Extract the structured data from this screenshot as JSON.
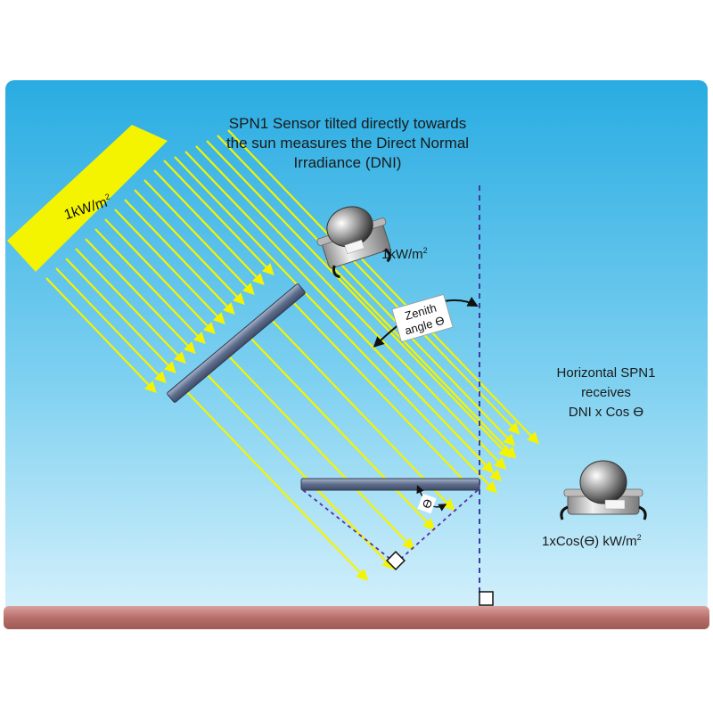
{
  "title_lines": [
    "SPN1 Sensor tilted directly towards",
    "the sun measures the Direct Normal",
    "Irradiance (DNI)"
  ],
  "sun_label": {
    "text": "1kW/m",
    "sup": "2"
  },
  "tilted_label": {
    "text": "1kW/m",
    "sup": "2"
  },
  "zenith_label": [
    "Zenith",
    "angle ϴ"
  ],
  "theta_symbol": "ϴ",
  "horizontal_lines": [
    "Horizontal SPN1",
    "receives",
    "DNI x Cos ϴ"
  ],
  "horizontal_value": {
    "text": "1xCos(ϴ) kW/m",
    "sup": "2"
  },
  "colors": {
    "sky_top": "#2aaee3",
    "sky_bottom": "#cdeefb",
    "ground": "#b8706c",
    "ray": "#f4f400",
    "sun_band": "#f4f400",
    "panel": "#5f6f8d",
    "dashed": "#3b3fa0",
    "triangle": "#5a2fa0"
  },
  "icons": [
    "sun-irradiance-band",
    "spn1-sensor-icon",
    "right-angle-marker",
    "double-arrow-icon"
  ]
}
